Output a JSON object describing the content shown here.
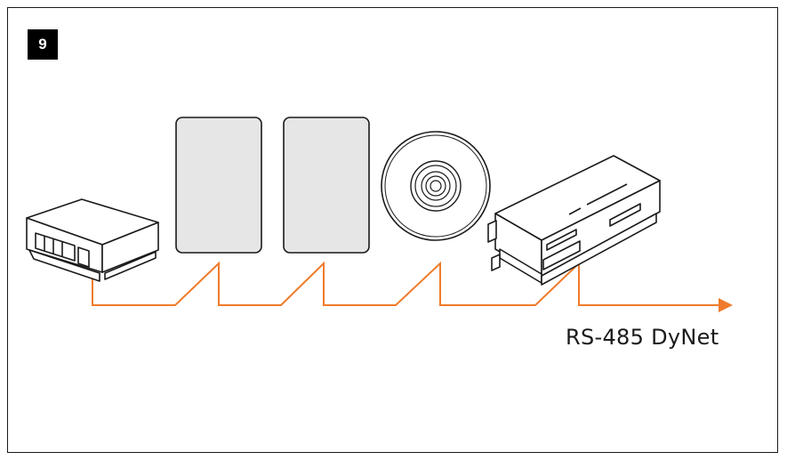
{
  "figure": {
    "step_number": "9",
    "bus_label": "RS-485 DyNet"
  },
  "colors": {
    "wire": "#f07b2a",
    "outline": "#1a1a1a",
    "panel_fill": "#e6e6e6",
    "background": "#ffffff"
  },
  "devices": [
    {
      "kind": "wall-box-controller",
      "icon": "controller-box-icon"
    },
    {
      "kind": "keypad-panel",
      "icon": "panel-icon"
    },
    {
      "kind": "keypad-panel",
      "icon": "panel-icon"
    },
    {
      "kind": "round-sensor",
      "icon": "ceiling-sensor-icon"
    },
    {
      "kind": "din-rail-module",
      "icon": "din-rail-module-icon"
    }
  ]
}
